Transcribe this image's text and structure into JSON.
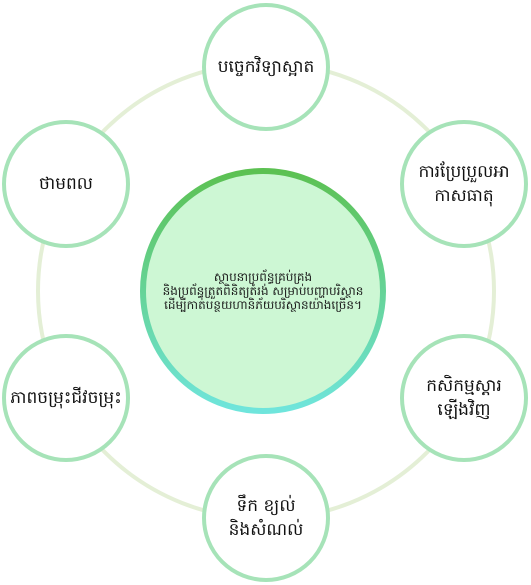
{
  "diagram": {
    "center": {
      "text": "ស្ថាបនាប្រព័ន្ធគ្រប់គ្រង\nនិងប្រព័ន្ធត្រួតពិនិត្យតំរង់ សម្រាប់បញ្ហាបរិស្ថាន\nដើម្បីកាត់បន្ថយហានិភ័យបរិស្ថានយ៉ាងច្រើន។"
    },
    "nodes": [
      {
        "text": "បច្ចេកវិទ្យាស្អាត"
      },
      {
        "text": "ការប្រែប្រួលអា\nកាសធាតុ"
      },
      {
        "text": "កសិកម្មស្តារ\nឡើងវិញ"
      },
      {
        "text": "ទឹក ខ្យល់\nនិងសំណល់"
      },
      {
        "text": "ភាពចម្រុះជីវចម្រុះ"
      },
      {
        "text": "ថាមពល"
      }
    ],
    "colors": {
      "node_border": "#a6e3b8",
      "ring": "#e4efd6",
      "center_fill": "#cdf7d4",
      "center_border_top": "#5cc152",
      "center_border_bottom": "#6fe5dc"
    }
  }
}
